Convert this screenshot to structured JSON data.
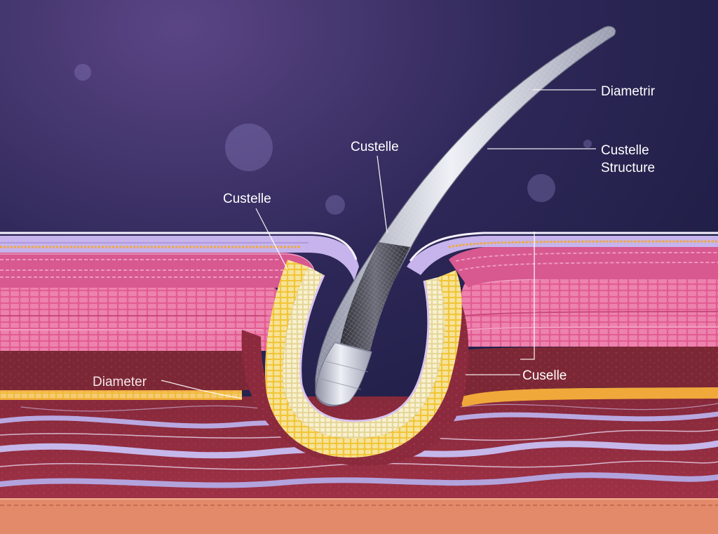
{
  "labels": {
    "diametrir": "Diametrir",
    "custelle_top": "Custelle",
    "custelle_left": "Custelle",
    "custelle_structure_line1": "Custelle",
    "custelle_structure_line2": "Structure",
    "cuselle": "Cuselle",
    "diameter": "Diameter"
  },
  "colors": {
    "background_top": "#2a2250",
    "background_bottom": "#16183a",
    "skin_pink": "#e8679a",
    "skin_light_pink": "#f2a0c2",
    "lavender": "#b9a6e6",
    "dermis_red": "#a33145",
    "dermis_dark": "#7d2334",
    "follicle_yellow": "#f2c63a",
    "follicle_cream": "#f5ecc0",
    "orange_band": "#f0a83a",
    "fiber_lavender": "#b7a9dc",
    "hair_silver": "#c9ccd8",
    "hair_dark": "#4a4a55"
  }
}
